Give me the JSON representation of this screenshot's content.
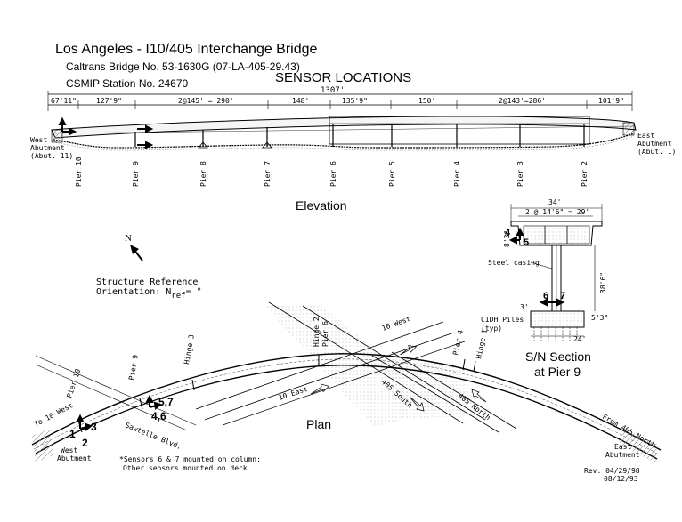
{
  "header": {
    "title": "Los Angeles - I10/405 Interchange Bridge",
    "caltrans": "Caltrans Bridge No. 53-1630G (07-LA-405-29.43)",
    "csmip": "CSMIP Station No. 24670",
    "sensor_title": "SENSOR LOCATIONS"
  },
  "elevation": {
    "title": "Elevation",
    "total_length": "1307'",
    "spans": [
      "67'11\"",
      "127'9\"",
      "2@145' = 290'",
      "148'",
      "135'9\"",
      "150'",
      "2@143'=286'",
      "101'9\""
    ],
    "west_abutment": [
      "West",
      "Abutment",
      "(Abut. 11)"
    ],
    "east_abutment": [
      "East",
      "Abutment",
      "(Abut. 1)"
    ],
    "piers": [
      "Pier 10",
      "Pier 9",
      "Pier 8",
      "Pier 7",
      "Pier 6",
      "Pier 5",
      "Pier 4",
      "Pier 3",
      "Pier 2"
    ]
  },
  "orientation": {
    "north": "N",
    "line1": "Structure Reference",
    "line2_prefix": "Orientation: N",
    "line2_sub": "ref",
    "line2_suffix": "= °"
  },
  "section": {
    "title1": "S/N Section",
    "title2": "at Pier 9",
    "width_total": "34'",
    "width_inner": "2 @ 14'6\" = 29'",
    "depth": "8'3\"",
    "height": "38'6\"",
    "steel_casing": "Steel casing",
    "footing_left": "3'",
    "footing_right": "5'3\"",
    "footing_width": "24'",
    "piles1": "CIDH Piles",
    "piles2": "(typ)",
    "sensors": {
      "s4": "4",
      "s5": "5",
      "s6": "6",
      "s7": "7"
    }
  },
  "plan": {
    "title": "Plan",
    "labels": {
      "pier10": "Pier 10",
      "pier9": "Pier 9",
      "hinge3": "Hinge 3",
      "hinge2": "Hinge 2",
      "pier6": "Pier 6",
      "pier4": "Pier 4",
      "hinge1": "Hinge 1",
      "ten_west": "10 West",
      "ten_east": "10 East",
      "south405": "405 South",
      "north405": "405 North",
      "to10west": "To 10 West",
      "from405north": "From 405 North",
      "sawtelle": "Sawtelle Blvd.",
      "west_abut1": "West",
      "west_abut2": "Abutment",
      "east_abut1": "East",
      "east_abut2": "Abutment"
    },
    "sensors": {
      "s1": "1",
      "s2": "2",
      "s3": "3",
      "s57": "5,7",
      "s46": "4,6"
    }
  },
  "notes": {
    "line1": "*Sensors 6 & 7 mounted on column;",
    "line2": "Other sensors mounted on deck",
    "rev1": "Rev. 04/29/98",
    "rev2": "08/12/93"
  }
}
